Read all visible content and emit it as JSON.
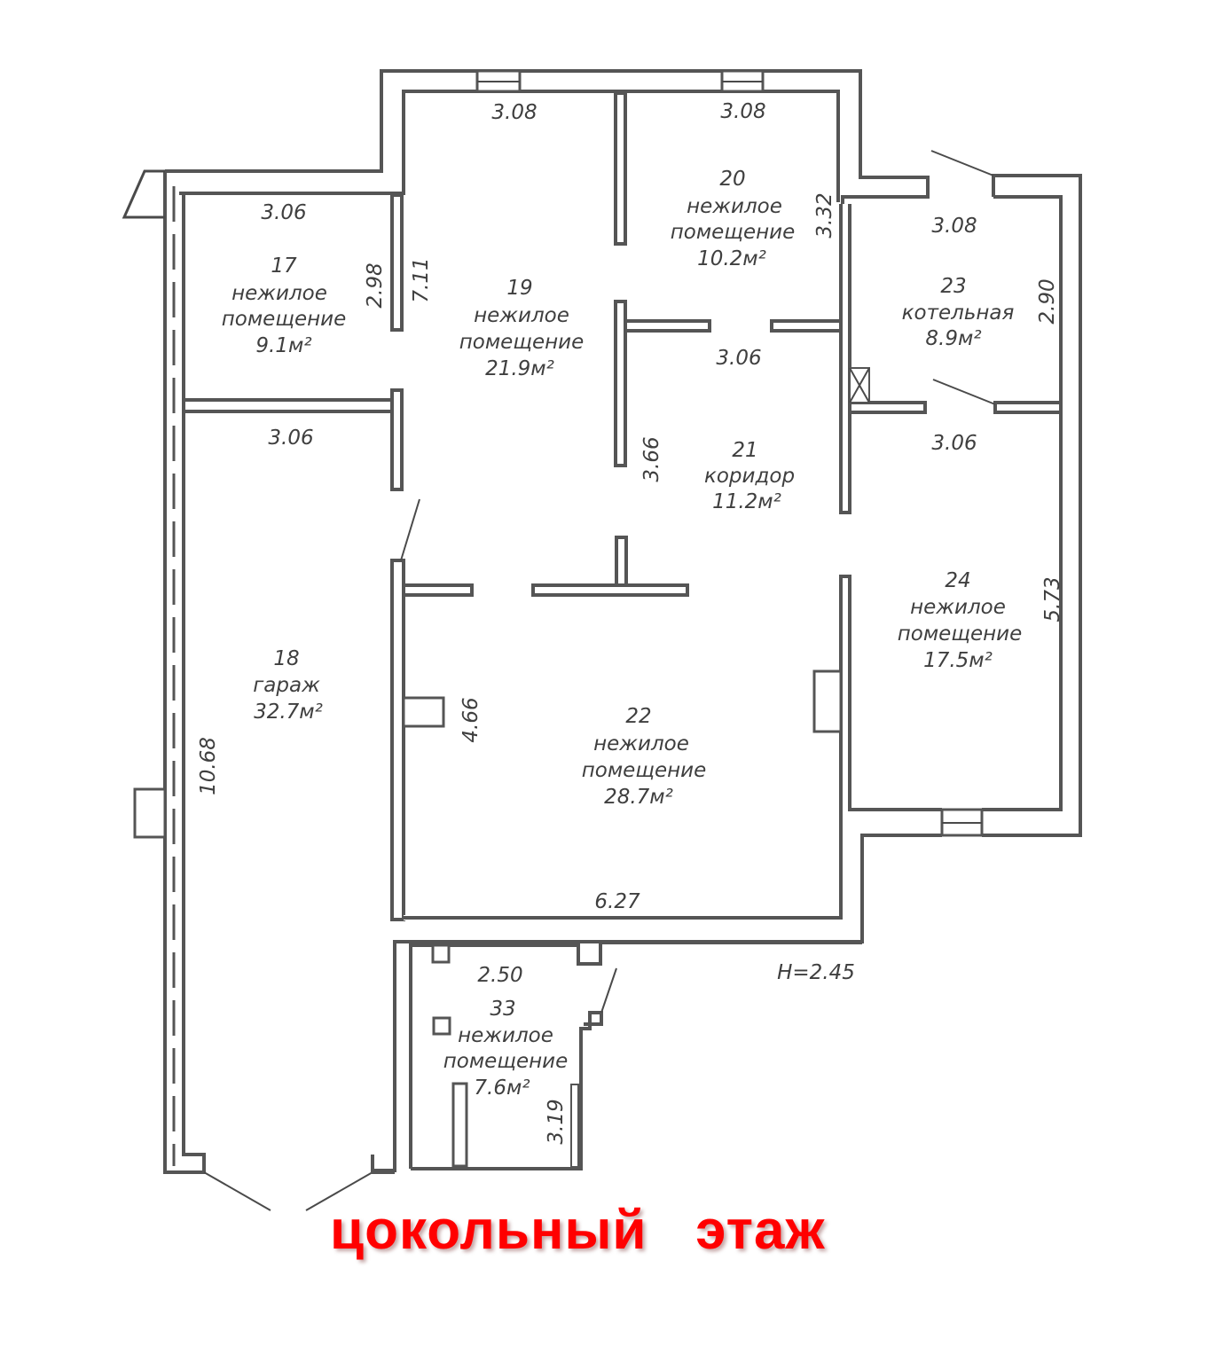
{
  "floor_title": "цокольный   этаж",
  "ceiling_height": "H=2.45",
  "colors": {
    "walls": "#555555",
    "text": "#3f3f3f",
    "title": "#ff0000",
    "background": "#ffffff"
  },
  "rooms": [
    {
      "number": "17",
      "name_line1": "нежилое",
      "name_line2": "помещение",
      "area": "9.1м²"
    },
    {
      "number": "18",
      "name_line1": "гараж",
      "name_line2": "",
      "area": "32.7м²"
    },
    {
      "number": "19",
      "name_line1": "нежилое",
      "name_line2": "помещение",
      "area": "21.9м²"
    },
    {
      "number": "20",
      "name_line1": "нежилое",
      "name_line2": "помещение",
      "area": "10.2м²"
    },
    {
      "number": "21",
      "name_line1": "коридор",
      "name_line2": "",
      "area": "11.2м²"
    },
    {
      "number": "22",
      "name_line1": "нежилое",
      "name_line2": "помещение",
      "area": "28.7м²"
    },
    {
      "number": "23",
      "name_line1": "котельная",
      "name_line2": "",
      "area": "8.9м²"
    },
    {
      "number": "24",
      "name_line1": "нежилое",
      "name_line2": "помещение",
      "area": "17.5м²"
    },
    {
      "number": "33",
      "name_line1": "нежилое",
      "name_line2": "помещение",
      "area": "7.6м²"
    }
  ],
  "dimensions": {
    "d_19_top": "3.08",
    "d_20_top": "3.08",
    "d_17_top": "3.06",
    "d_17_side": "2.98",
    "d_19_side": "7.11",
    "d_20_side": "3.32",
    "d_21_top": "3.06",
    "d_18_top": "3.06",
    "d_21_side": "3.66",
    "d_23_top": "3.08",
    "d_23_side": "2.90",
    "d_24_top": "3.06",
    "d_24_side": "5.73",
    "d_18_side": "10.68",
    "d_22_side": "4.66",
    "d_22_bottom": "6.27",
    "d_33_top": "2.50",
    "d_33_side": "3.19"
  }
}
